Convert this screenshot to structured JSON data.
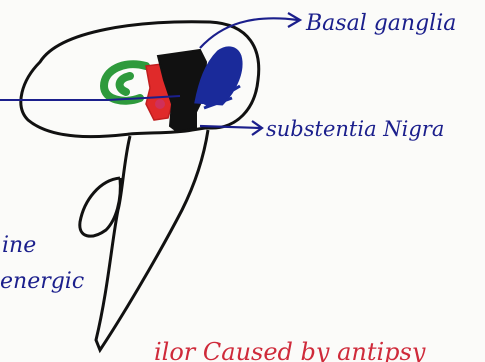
{
  "labels": {
    "basal_ganglia": "Basal ganglia",
    "substantia_nigra": "substentia Nigra",
    "left_line1": "ine",
    "left_line2": "energic",
    "bottom_caption": "ilor  Caused  by  antipsy"
  },
  "colors": {
    "ink_blue": "#1b1f8c",
    "ink_black": "#111111",
    "green": "#2e9a3c",
    "red": "#e02a2a",
    "blue": "#1a2a9a",
    "pink": "#d0305a"
  }
}
